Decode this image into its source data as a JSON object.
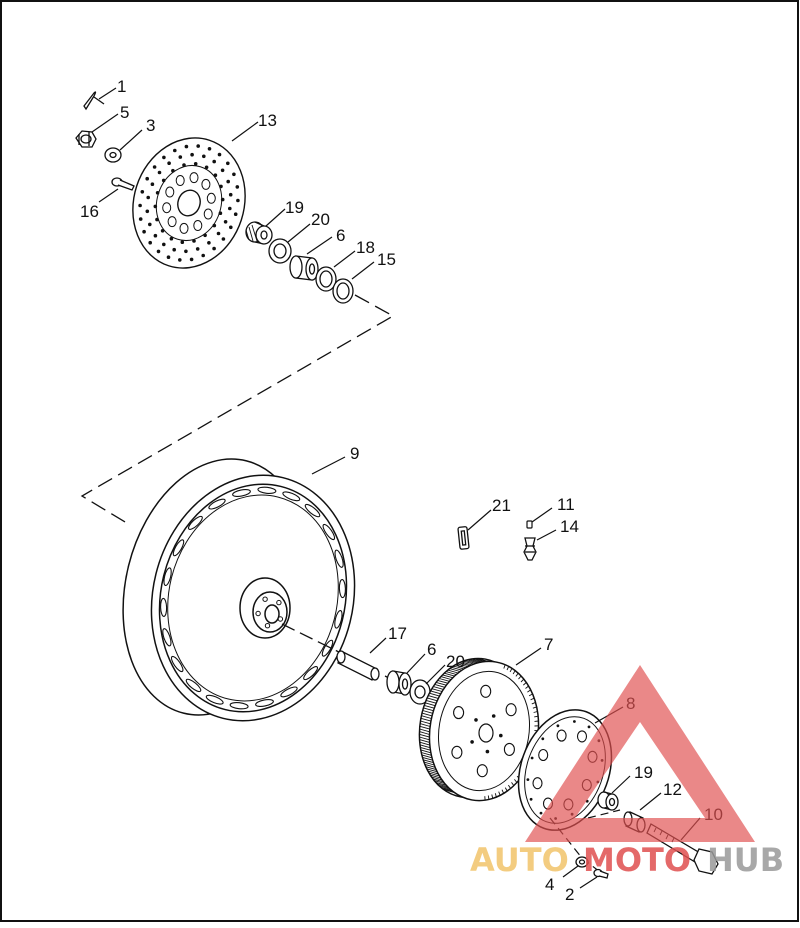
{
  "labels": [
    {
      "key": "1",
      "text": "1"
    },
    {
      "key": "5",
      "text": "5"
    },
    {
      "key": "3",
      "text": "3"
    },
    {
      "key": "13",
      "text": "13"
    },
    {
      "key": "16",
      "text": "16"
    },
    {
      "key": "19a",
      "text": "19"
    },
    {
      "key": "20a",
      "text": "20"
    },
    {
      "key": "6a",
      "text": "6"
    },
    {
      "key": "18",
      "text": "18"
    },
    {
      "key": "15",
      "text": "15"
    },
    {
      "key": "9",
      "text": "9"
    },
    {
      "key": "21",
      "text": "21"
    },
    {
      "key": "11",
      "text": "11"
    },
    {
      "key": "14",
      "text": "14"
    },
    {
      "key": "17",
      "text": "17"
    },
    {
      "key": "6b",
      "text": "6"
    },
    {
      "key": "20b",
      "text": "20"
    },
    {
      "key": "7",
      "text": "7"
    },
    {
      "key": "8",
      "text": "8"
    },
    {
      "key": "19b",
      "text": "19"
    },
    {
      "key": "12",
      "text": "12"
    },
    {
      "key": "10",
      "text": "10"
    },
    {
      "key": "4",
      "text": "4"
    },
    {
      "key": "2",
      "text": "2"
    }
  ],
  "watermark": {
    "part1": "AUTO",
    "part2": "MOTO",
    "part3": "HUB",
    "color_gold": "#f2c46a",
    "color_red": "#e05050",
    "color_gray": "#9a9a9a"
  },
  "colors": {
    "line": "#111111",
    "frame": "#111111"
  }
}
